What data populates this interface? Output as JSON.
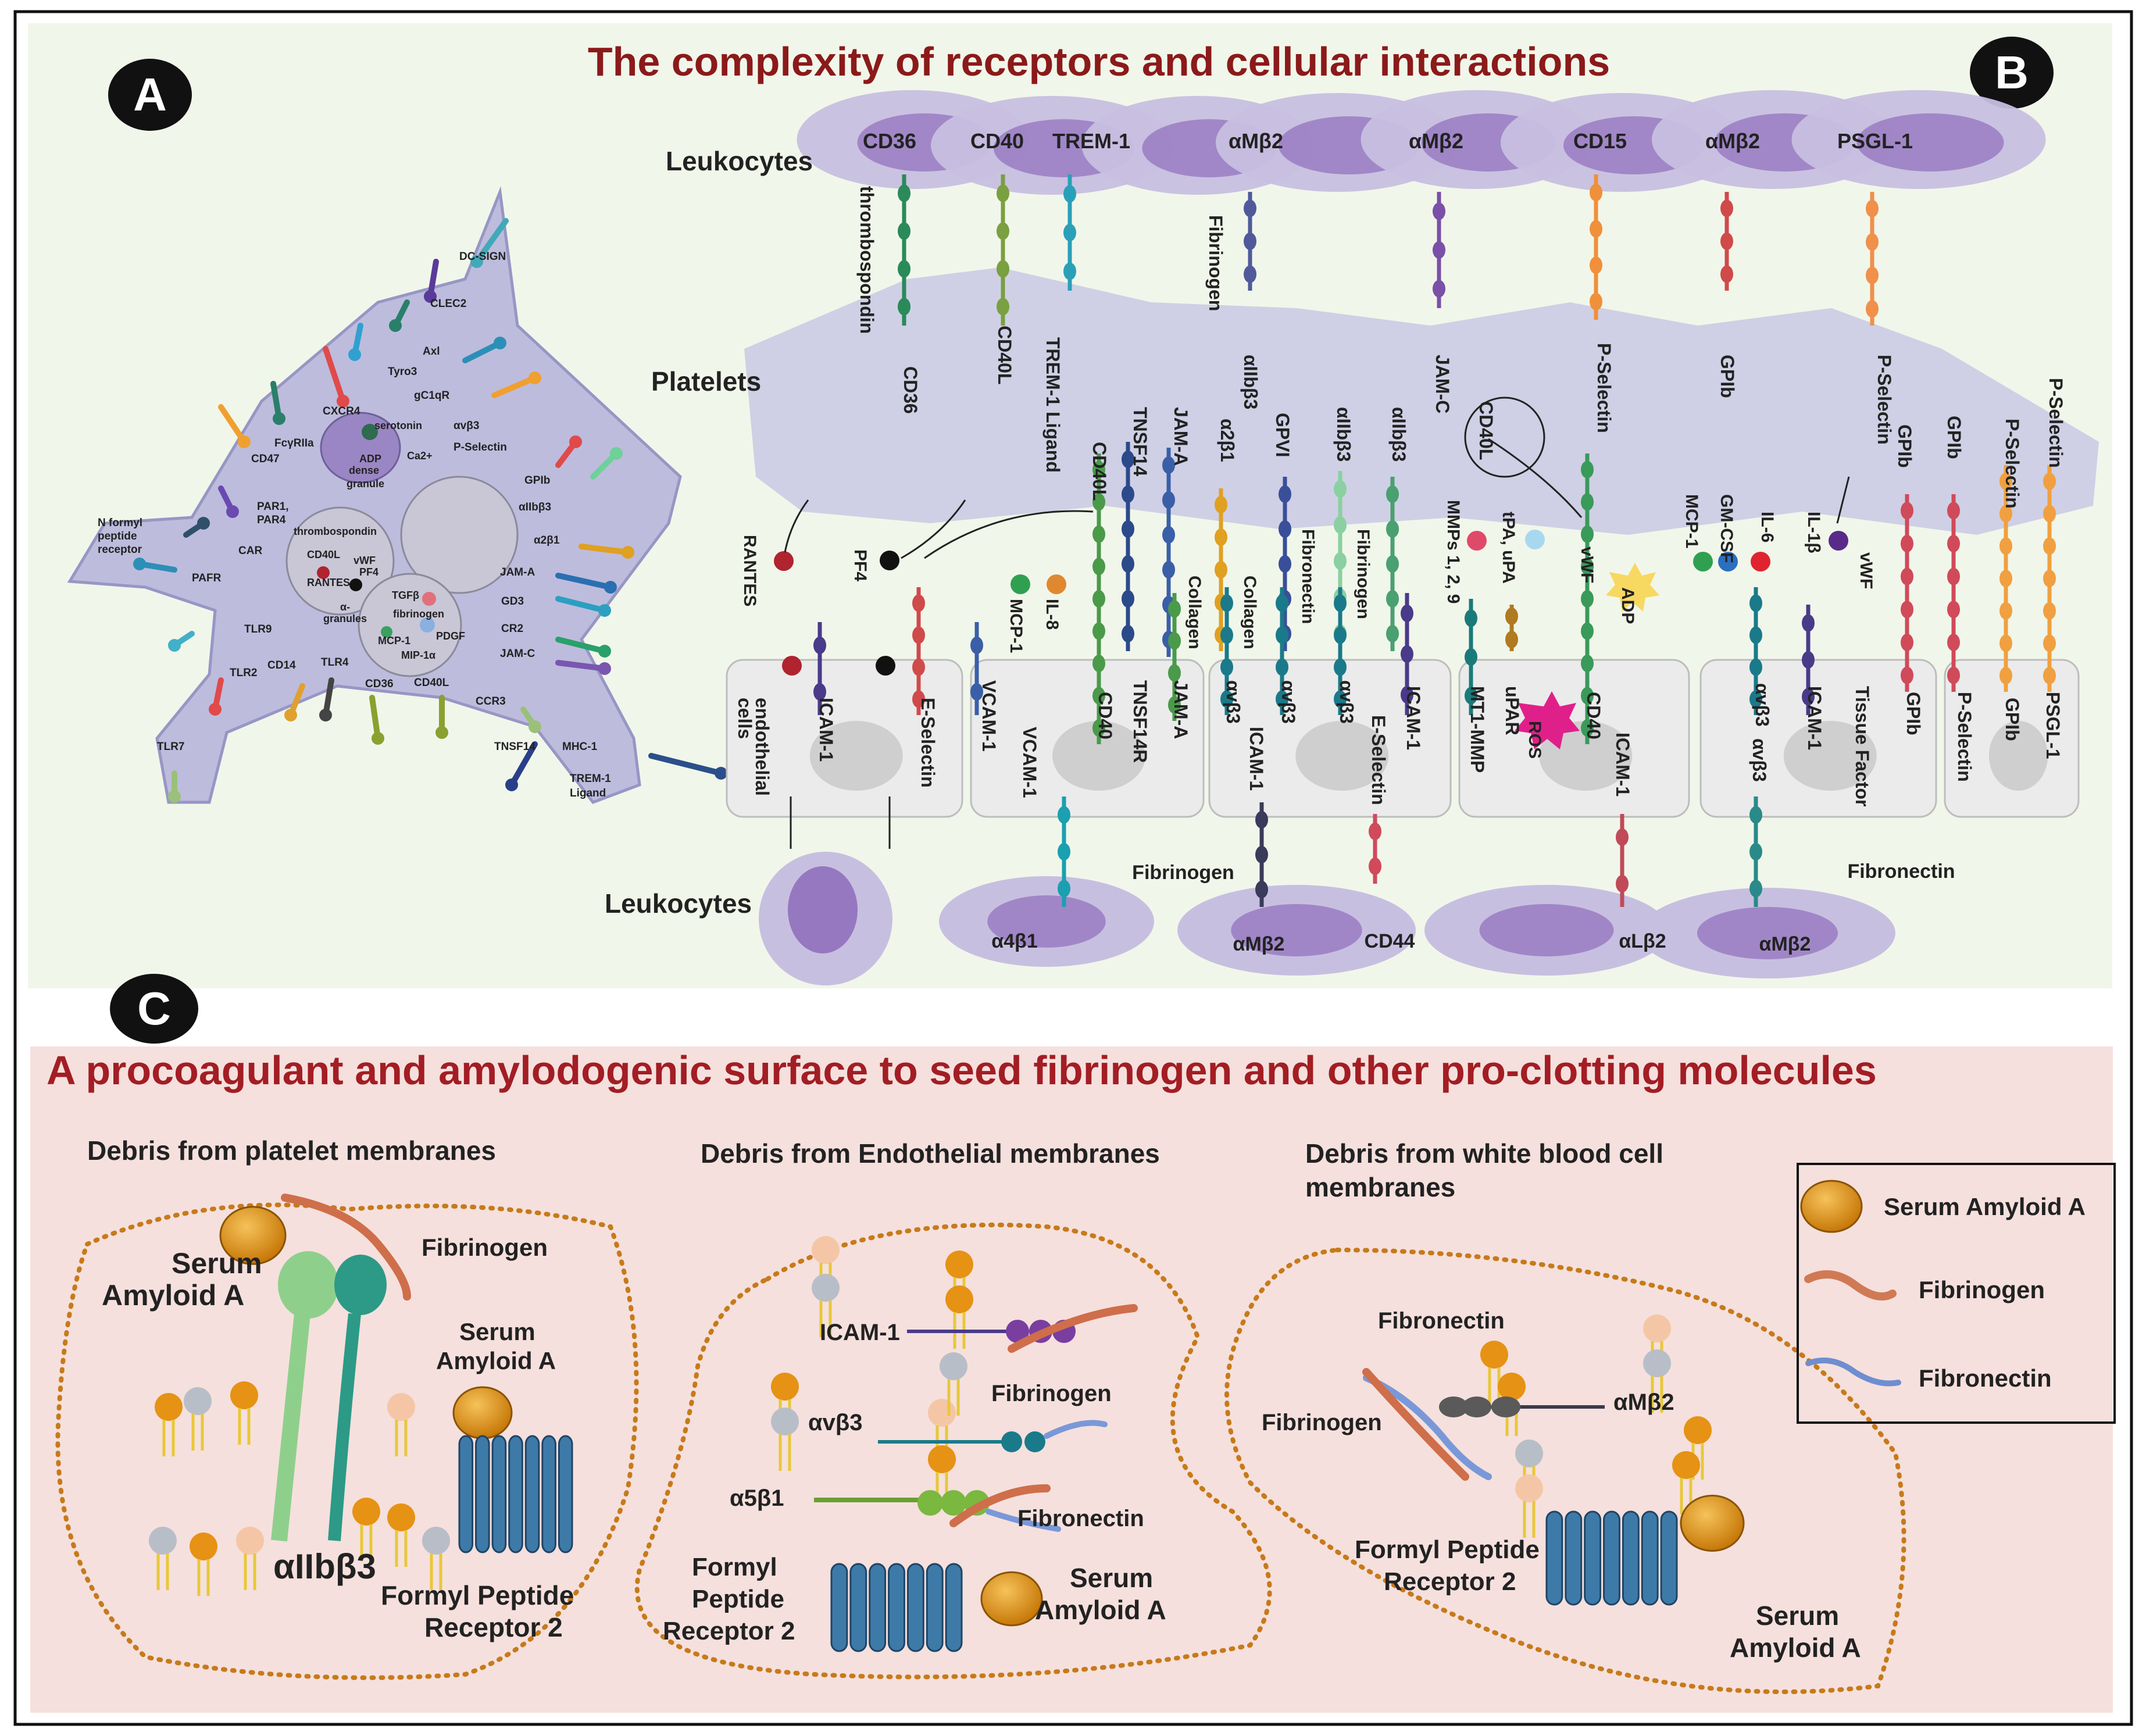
{
  "title": "The complexity of receptors and cellular interactions",
  "panel_letters": {
    "a": "A",
    "b": "B",
    "c": "C"
  },
  "panel_a": {
    "receptors": [
      "DC-SIGN",
      "CLEC2",
      "Axl",
      "Tyro3",
      "CXCR4",
      "gC1qR",
      "FcγRIIa",
      "αvβ3",
      "P-Selectin",
      "CD47",
      "GPIb",
      "αIIbβ3",
      "PAR1,",
      "PAR4",
      "α2β1",
      "N formyl",
      "peptide",
      "receptor",
      "CAR",
      "JAM-A",
      "PAFR",
      "GD3",
      "CR2",
      "TLR9",
      "JAM-C",
      "CD14",
      "TLR4",
      "TLR2",
      "CD36",
      "CD40L",
      "CCR3",
      "TLR7",
      "TNSF14",
      "MHC-1",
      "TREM-1",
      "Ligand"
    ],
    "granules": {
      "dense": [
        "serotonin",
        "Ca2+",
        "ADP",
        "dense",
        "granule"
      ],
      "alpha": [
        "thrombospondin",
        "CD40L",
        "vWF",
        "PF4",
        "RANTES",
        "α-",
        "granules"
      ],
      "alpha2": [
        "TGFβ",
        "fibrinogen",
        "MCP-1",
        "PDGF",
        "MIP-1α"
      ]
    }
  },
  "panel_b": {
    "row_labels": {
      "leuk_top": "Leukocytes",
      "platelets": "Platelets",
      "leuk_bottom": "Leukocytes"
    },
    "leukocyte_receptors_top": [
      "CD36",
      "CD40",
      "TREM-1",
      "αMβ2",
      "αMβ2",
      "CD15",
      "αMβ2",
      "PSGL-1"
    ],
    "platelet_vertical": [
      "thrombospondin",
      "CD36",
      "CD40L",
      "TREM-1 Ligand",
      "Fibrinogen",
      "αIIbβ3",
      "JAM-C",
      "P-Selectin",
      "GPIb",
      "P-Selectin"
    ],
    "platelet_mid": [
      "CD40L",
      "TNSF14",
      "JAM-A",
      "α2β1",
      "GPVI",
      "αIIbβ3",
      "αIIbβ3",
      "CD40L",
      "GPIb",
      "GPIb",
      "P-Selectin",
      "P-Selectin"
    ],
    "mediators": [
      "RANTES",
      "PF4",
      "MCP-1",
      "IL-8",
      "Collagen",
      "Collagen",
      "Fibronectin",
      "Fibrinogen",
      "MMPs 1, 2, 9",
      "tPA, uPA",
      "vWF",
      "MCP-1",
      "GM-CSF",
      "IL-6",
      "IL-1β",
      "vWF",
      "ADP",
      "ROS"
    ],
    "endothelial": [
      "endothelial",
      "cells",
      "ICAM-1",
      "E-Selectin",
      "VCAM-1",
      "CD40",
      "TNSF14R",
      "JAM-A",
      "αvβ3",
      "αvβ3",
      "αvβ3",
      "ICAM-1",
      "MT1-MMP",
      "uPAR",
      "CD40",
      "αvβ3",
      "ICAM-1",
      "Tissue Factor",
      "GPIb",
      "P-Selectin",
      "GPIb",
      "PSGL-1"
    ],
    "lower": [
      "VCAM-1",
      "ICAM-1",
      "E-Selectin",
      "ICAM-1",
      "αvβ3"
    ],
    "bottom_leuk": [
      "α4β1",
      "Fibrinogen",
      "αMβ2",
      "CD44",
      "αLβ2",
      "αMβ2",
      "Fibronectin"
    ]
  },
  "panel_c": {
    "title": "A procoagulant and amylodogenic  surface to seed fibrinogen and other pro-clotting molecules",
    "debris": [
      {
        "heading": "Debris from platelet membranes",
        "labels": [
          "Serum",
          "Amyloid A",
          "Fibrinogen",
          "Serum",
          "Amyloid A",
          "αIIbβ3",
          "Formyl Peptide",
          "Receptor 2"
        ]
      },
      {
        "heading": "Debris from Endothelial membranes",
        "labels": [
          "ICAM-1",
          "Fibrinogen",
          "αvβ3",
          "α5β1",
          "Fibronectin",
          "Formyl",
          "Peptide",
          "Receptor 2",
          "Serum",
          "Amyloid A"
        ]
      },
      {
        "heading": "Debris from white blood cell",
        "heading2": "membranes",
        "labels": [
          "Fibronectin",
          "αMβ2",
          "Fibrinogen",
          "Formyl Peptide",
          "Receptor 2",
          "Serum",
          "Amyloid A"
        ]
      }
    ],
    "legend": [
      "Serum Amyloid A",
      "Fibrinogen",
      "Fibronectin"
    ]
  },
  "colors": {
    "title_red": "#8b1a1a",
    "panel_ab_bg": "#f1f6ea",
    "panel_c_bg": "#f5e0dd",
    "cell": "#b6b4d9",
    "nucleus": "#8f73b4",
    "endo": "#ebebeb",
    "saa": "#e69214",
    "fpr": "#3e7aa8"
  }
}
